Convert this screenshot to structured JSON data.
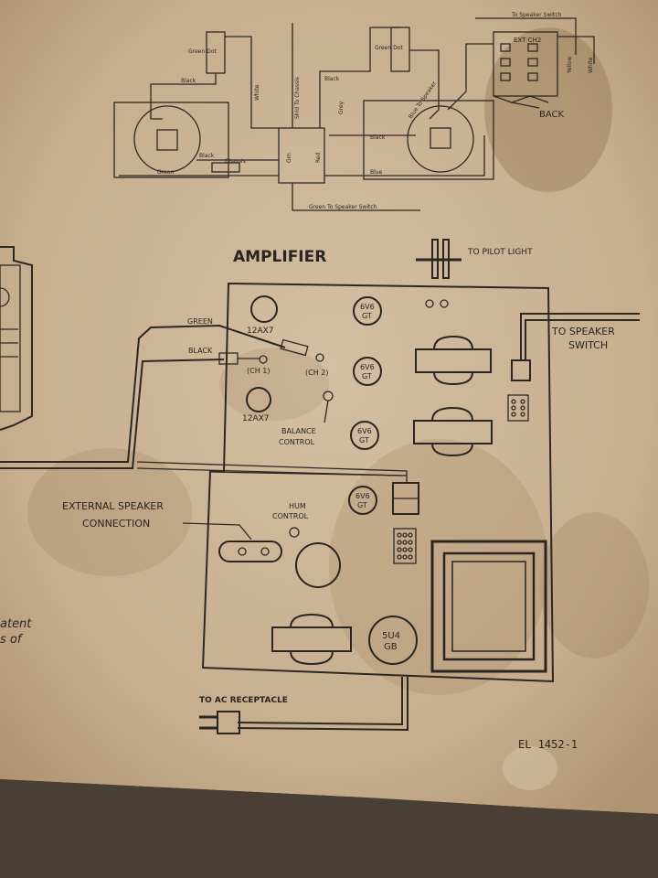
{
  "schematic": {
    "green_dot_left": "Green Dot",
    "green_dot_right": "Green Dot",
    "black_left": "Black",
    "black_mid": "Black",
    "black_right": "Black",
    "black_lower": "Black",
    "white": "White",
    "shield_to_chassis": "Shld To Chassis",
    "grey": "Grey",
    "blue": "Blue",
    "blue_to_speaker": "Blue To Speaker",
    "green": "Green",
    "chassis": "Chassis",
    "grn": "Grn",
    "red": "Red",
    "green_to_speaker_switch": "Green To Speaker Switch",
    "to_speaker_switch": "To Speaker Switch",
    "ext_ch2": "EXT CH2",
    "back": "BACK",
    "yellow": "Yellow",
    "white_right": "White"
  },
  "amplifier": {
    "title": "AMPLIFIER",
    "to_pilot_light": "TO PILOT LIGHT",
    "to_speaker_switch_1": "TO SPEAKER",
    "to_speaker_switch_2": "SWITCH",
    "green": "GREEN",
    "black": "BLACK",
    "tube_12ax7_top": "12AX7",
    "tube_12ax7_bottom": "12AX7",
    "ch1": "(CH 1)",
    "ch2": "(CH 2)",
    "balance_1": "BALANCE",
    "balance_2": "CONTROL",
    "tube_6v6_a_1": "6V6",
    "tube_6v6_a_2": "GT",
    "tube_6v6_b_1": "6V6",
    "tube_6v6_b_2": "GT",
    "tube_6v6_c_1": "6V6",
    "tube_6v6_c_2": "GT",
    "tube_6v6_d_1": "6V6",
    "tube_6v6_d_2": "GT",
    "hum_1": "HUM",
    "hum_2": "CONTROL",
    "ext_speaker_1": "EXTERNAL SPEAKER",
    "ext_speaker_2": "CONNECTION",
    "tube_5u4_1": "5U4",
    "tube_5u4_2": "GB",
    "to_ac": "TO AC RECEPTACLE",
    "part_number": "EL 1452-1"
  },
  "margin_text": {
    "line1": "atent",
    "line2": "s of"
  },
  "colors": {
    "paper": "#c9b394",
    "ink": "#2a2520",
    "stain": "#8a6a45",
    "wood": "#3a3129"
  }
}
